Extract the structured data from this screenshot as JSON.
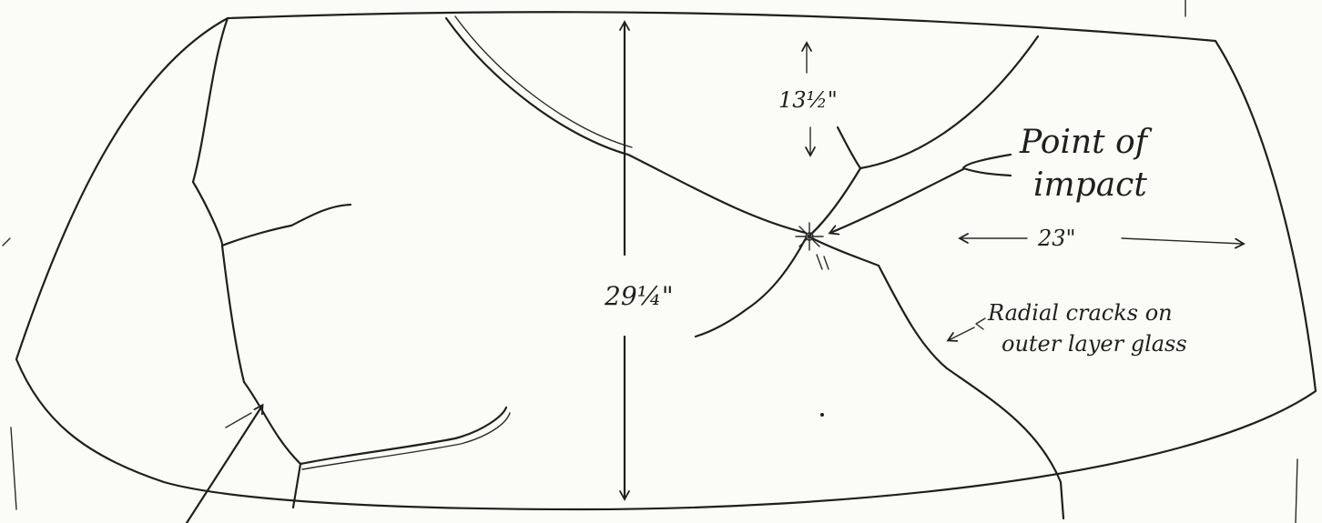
{
  "sketch": {
    "vertical_dimension": "29¼\"",
    "impact_offset_dimension": "13½\"",
    "horizontal_dimension": "23\"",
    "impact_label_line1": "Point of",
    "impact_label_line2": "impact",
    "cracks_label_line1": "Radial cracks on",
    "cracks_label_line2": "outer layer glass"
  }
}
